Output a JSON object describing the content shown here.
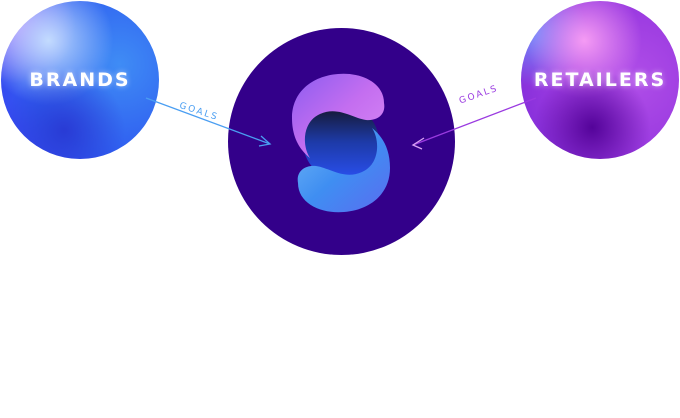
{
  "diagram": {
    "nodes": [
      {
        "id": "brands",
        "label": "BRANDS"
      },
      {
        "id": "hub",
        "label": "",
        "icon": "s-logo-icon"
      },
      {
        "id": "retailers",
        "label": "RETAILERS"
      }
    ],
    "edges": [
      {
        "from": "brands",
        "to": "hub",
        "label": "GOALS",
        "color": "#4a9ef2"
      },
      {
        "from": "retailers",
        "to": "hub",
        "label": "GOALS",
        "color": "#9a3ae0"
      }
    ],
    "colors": {
      "hub_background": "#33008a",
      "brands_accent": "#2f5df0",
      "retailers_accent": "#9a3ae0"
    }
  }
}
